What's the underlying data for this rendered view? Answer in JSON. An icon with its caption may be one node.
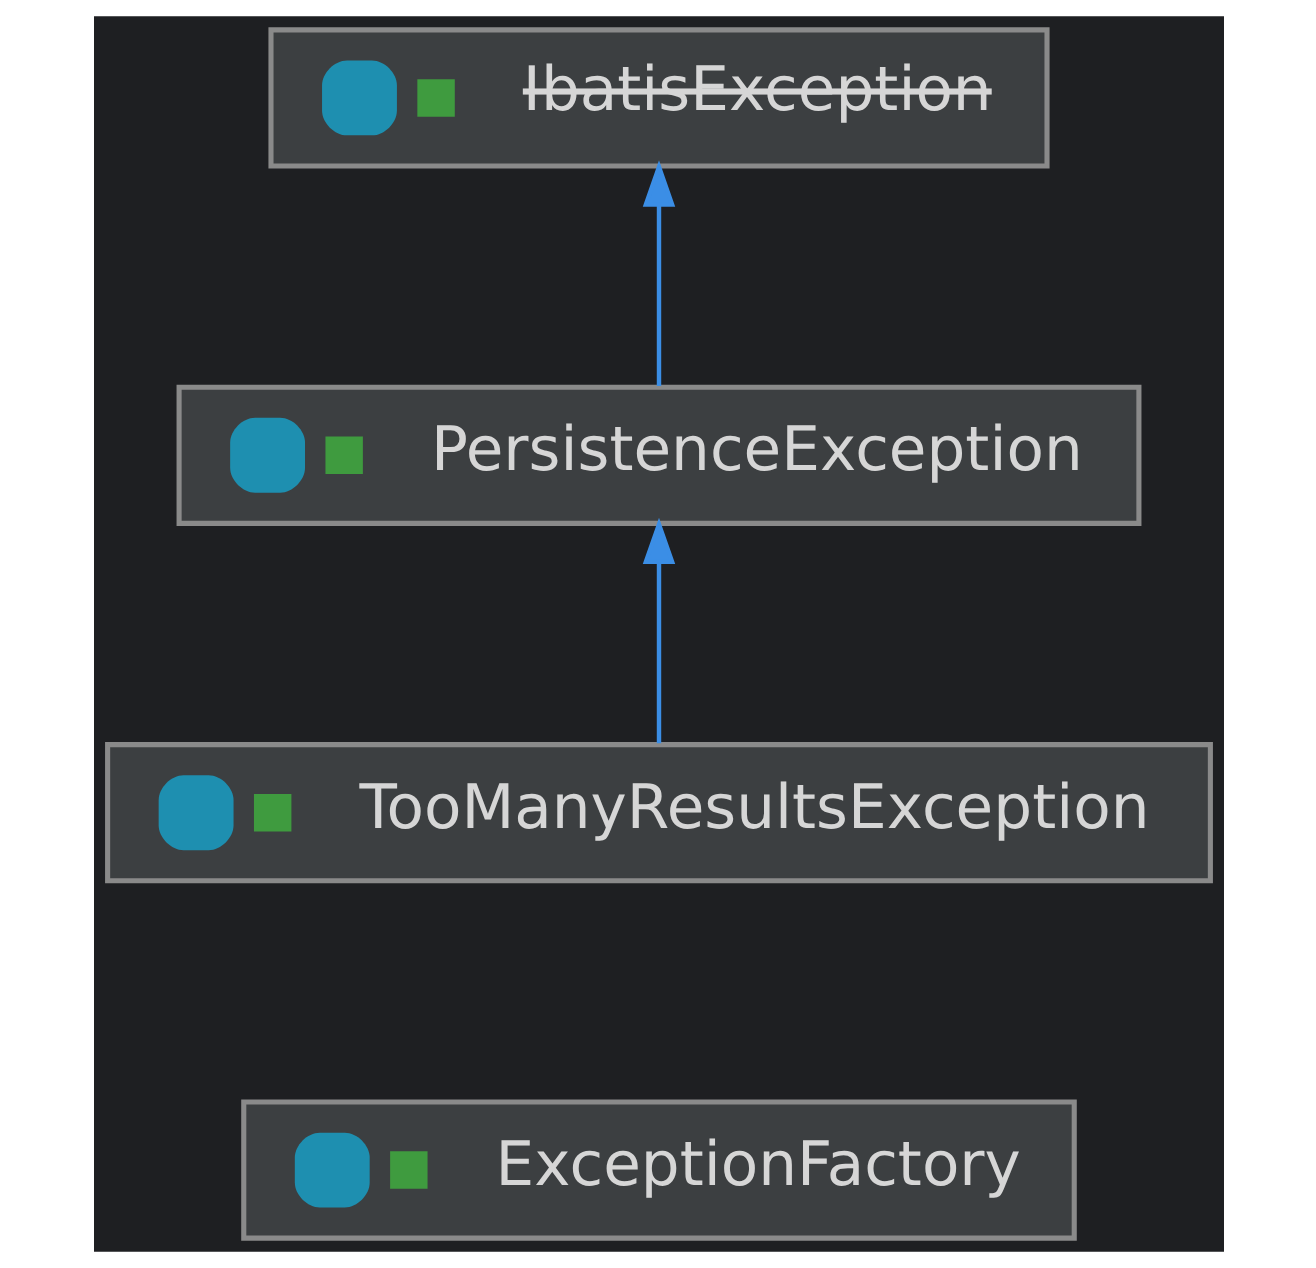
{
  "diagram": {
    "nodes": [
      {
        "text": [
          "IbatisException"
        ]
      },
      {
        "text": [
          "PersistenceException"
        ]
      },
      {
        "text": [
          "TooManyResultsException"
        ]
      },
      {
        "text": [
          "ExceptionFactory"
        ]
      }
    ],
    "edges": [
      {
        "from": 1,
        "to": 0,
        "arrow": "to"
      },
      {
        "from": 2,
        "to": 1,
        "arrow": "to"
      }
    ]
  }
}
